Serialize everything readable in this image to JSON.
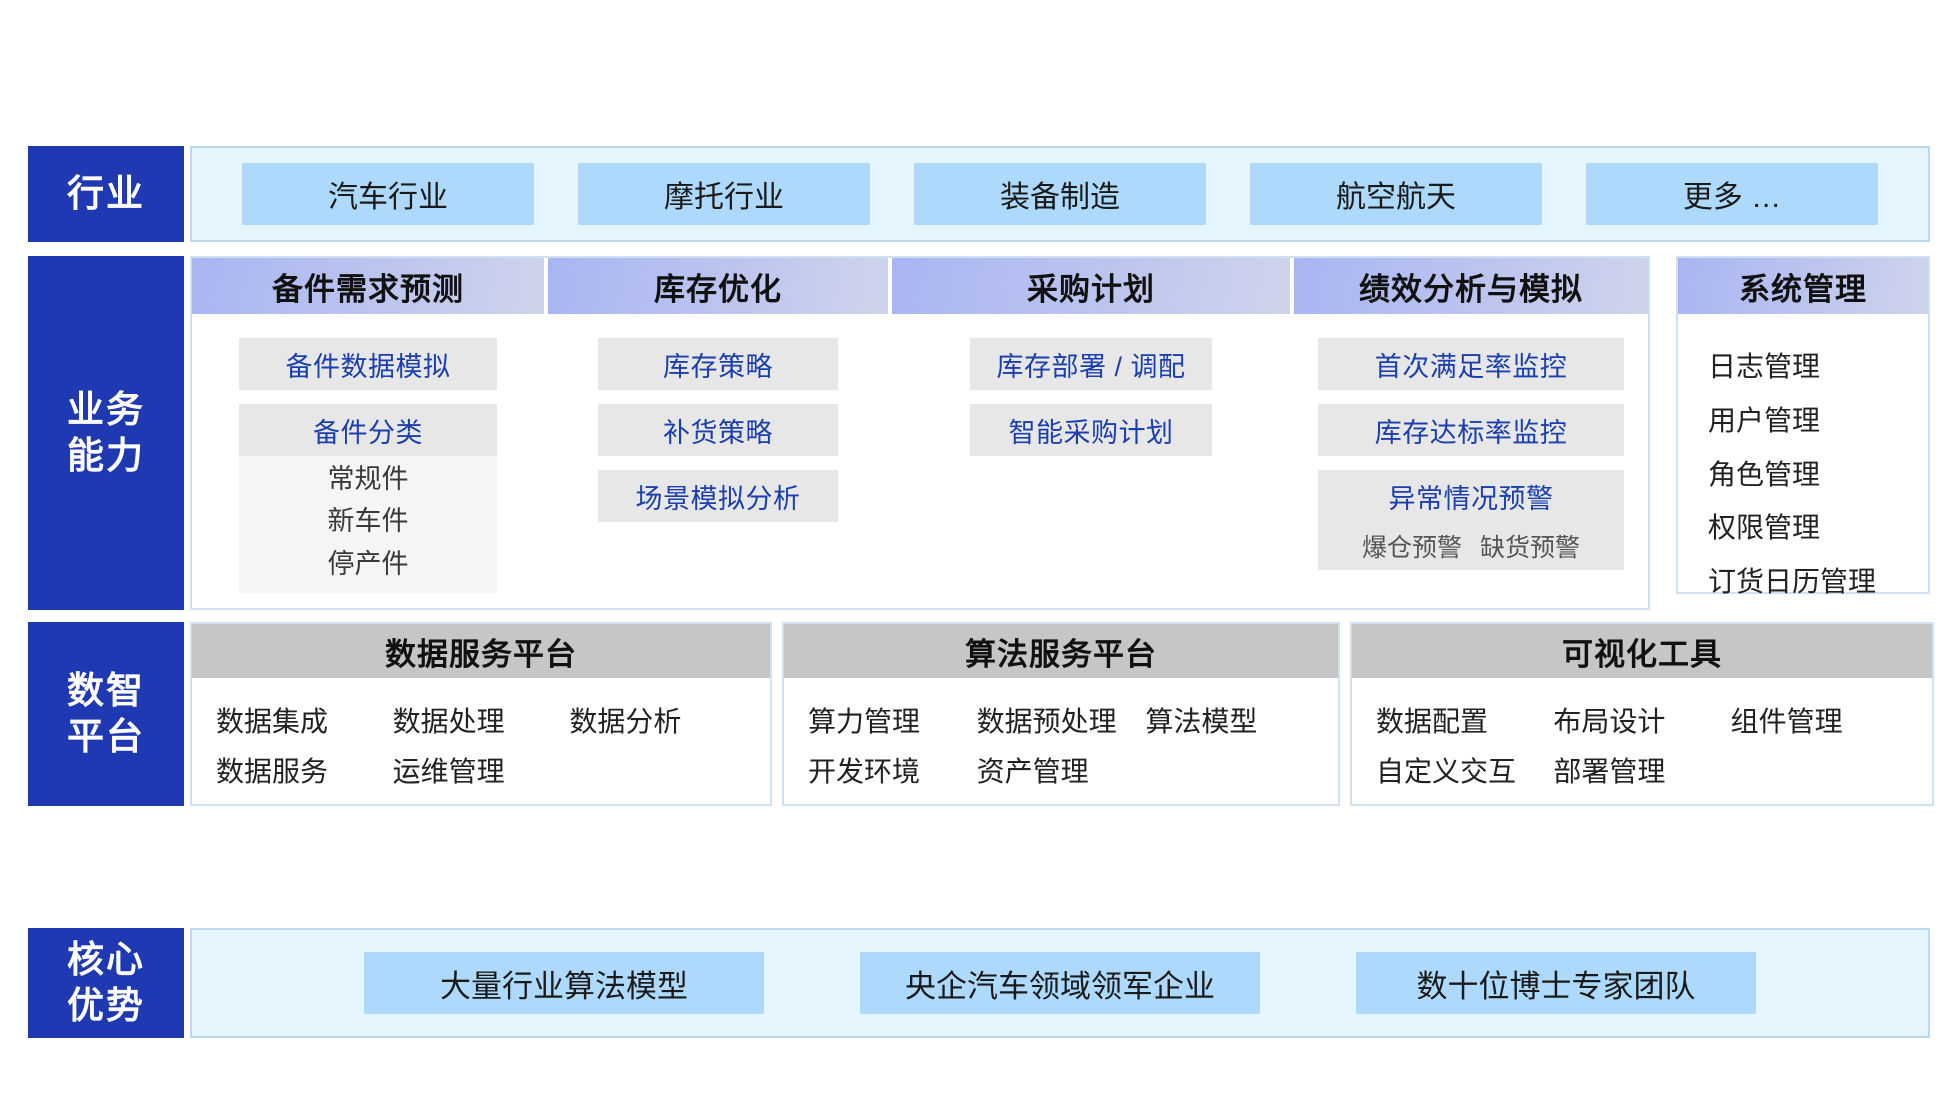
{
  "rows": {
    "industry": {
      "label": "行业"
    },
    "business": {
      "label": "业务\n能力"
    },
    "platform": {
      "label": "数智\n平台"
    },
    "advantage": {
      "label": "核心\n优势"
    }
  },
  "industry": {
    "items": [
      {
        "label": "汽车行业"
      },
      {
        "label": "摩托行业"
      },
      {
        "label": "装备制造"
      },
      {
        "label": "航空航天"
      },
      {
        "label": "更多 …"
      }
    ]
  },
  "business": {
    "columns": [
      {
        "title": "备件需求预测",
        "tiles": [
          "备件数据模拟"
        ],
        "group": {
          "title": "备件分类",
          "items": [
            "常规件",
            "新车件",
            "停产件"
          ]
        }
      },
      {
        "title": "库存优化",
        "tiles": [
          "库存策略",
          "补货策略",
          "场景模拟分析"
        ]
      },
      {
        "title": "采购计划",
        "tiles": [
          "库存部署 / 调配",
          "智能采购计划"
        ]
      },
      {
        "title": "绩效分析与模拟",
        "tiles": [
          "首次满足率监控",
          "库存达标率监控"
        ],
        "group": {
          "title": "异常情况预警",
          "alerts": [
            "爆仓预警",
            "缺货预警"
          ]
        }
      }
    ],
    "system": {
      "title": "系统管理",
      "items": [
        "日志管理",
        "用户管理",
        "角色管理",
        "权限管理",
        "订货日历管理"
      ]
    }
  },
  "platform": {
    "cards": [
      {
        "title": "数据服务平台",
        "items": [
          "数据集成",
          "数据处理",
          "数据分析",
          "数据服务",
          "运维管理"
        ]
      },
      {
        "title": "算法服务平台",
        "items": [
          "算力管理",
          "数据预处理",
          "算法模型",
          "开发环境",
          "资产管理"
        ]
      },
      {
        "title": "可视化工具",
        "items": [
          "数据配置",
          "布局设计",
          "组件管理",
          "自定义交互",
          "部署管理"
        ]
      }
    ]
  },
  "advantage": {
    "items": [
      {
        "label": "大量行业算法模型"
      },
      {
        "label": "央企汽车领域领军企业"
      },
      {
        "label": "数十位博士专家团队"
      }
    ]
  },
  "colors": {
    "brand_dark_blue": "#1f39b3",
    "light_blue_panel": "#e4f5fd",
    "chip_blue": "#addafc",
    "tile_grey": "#e7e7e7",
    "tile_text_blue": "#1b3fae",
    "platform_head_grey": "#c6c6c6",
    "panel_border": "#cfe0f3"
  }
}
